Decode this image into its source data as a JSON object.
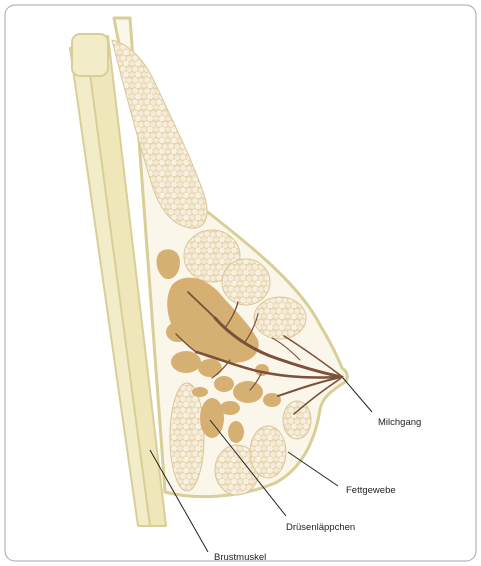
{
  "diagram": {
    "labels": {
      "milk_duct": "Milchgang",
      "fat_tissue": "Fettgewebe",
      "gland_lobules": "Drüsenläppchen",
      "chest_muscle": "Brustmuskel"
    },
    "colors": {
      "frame_border": "#a6a6a6",
      "outline": "#d8cf98",
      "fat_fill": "#ead9b6",
      "fat_cell": "#f7efde",
      "gland_fill": "#d6b073",
      "duct": "#7c5039",
      "muscle_fill": "#efe6b9",
      "leader_line": "#222222"
    }
  }
}
